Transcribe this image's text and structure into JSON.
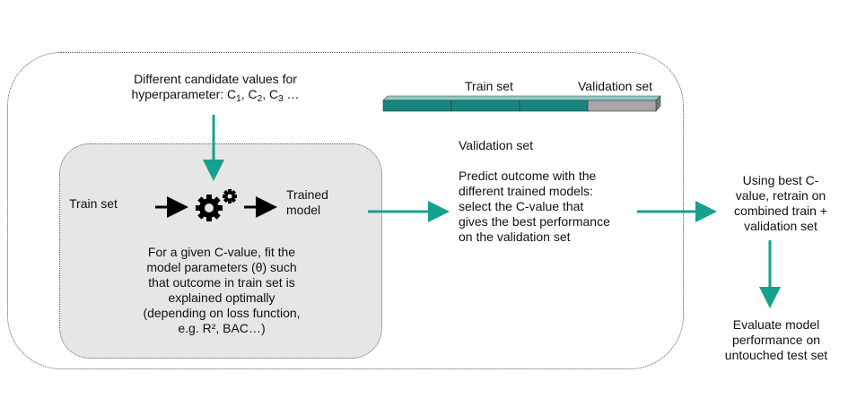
{
  "candidates": {
    "line1": "Different candidate values for",
    "line2_prefix": "hyperparameter: C",
    "c1_sub": "1",
    "sep1": ", C",
    "c2_sub": "2",
    "sep2": ", C",
    "c3_sub": "3",
    "suffix": " …"
  },
  "data_bar": {
    "train_label": "Train set",
    "validation_label": "Validation set",
    "train_color": "#16867e",
    "validation_color": "#a6a6a6"
  },
  "fit_box": {
    "train_set": "Train set",
    "trained_model_line1": "Trained",
    "trained_model_line2": "model",
    "icon": "gears-icon",
    "desc_line1": "For a given C-value, fit the",
    "desc_line2": "model parameters (θ) such",
    "desc_line3": "that outcome in train set is",
    "desc_line4": "explained optimally",
    "desc_line5": "(depending on loss function,",
    "desc_line6": "e.g. R², BAC…)"
  },
  "validation": {
    "heading": "Validation set",
    "line1": "Predict outcome with the",
    "line2": "different trained models:",
    "line3": "select the C-value that",
    "line4": "gives the best performance",
    "line5": "on the validation  set"
  },
  "retrain": {
    "line1": "Using best C-",
    "line2": "value, retrain on",
    "line3": "combined train +",
    "line4": "validation set"
  },
  "evaluate": {
    "line1": "Evaluate model",
    "line2": "performance on",
    "line3": "untouched test set"
  },
  "colors": {
    "teal_arrow": "#16a08f",
    "black_arrow": "#000000",
    "box_fill": "#e6e6e6"
  }
}
